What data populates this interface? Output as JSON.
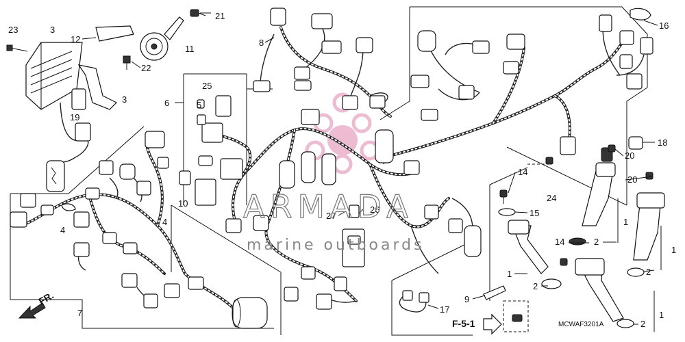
{
  "callouts": {
    "c1a": "1",
    "c1b": "1",
    "c1c": "1",
    "c1d": "1",
    "c2a": "2",
    "c2b": "2",
    "c2c": "2",
    "c2d": "2",
    "c3a": "3",
    "c3b": "3",
    "c4a": "4",
    "c4b": "4",
    "c5": "5",
    "c6": "6",
    "c7": "7",
    "c8": "8",
    "c9": "9",
    "c10": "10",
    "c11": "11",
    "c12": "12",
    "c14a": "14",
    "c14b": "14",
    "c15": "15",
    "c16": "16",
    "c17": "17",
    "c18": "18",
    "c19": "19",
    "c20a": "20",
    "c20b": "20",
    "c21": "21",
    "c22": "22",
    "c23": "23",
    "c24": "24",
    "c25": "25",
    "c26": "26",
    "c27": "27"
  },
  "reference": "F-5-1",
  "front_marker": "FR.",
  "diagram_code": "MCWAF3201A",
  "watermark": {
    "brand": "ARMADA",
    "tagline": "marine outboards"
  },
  "colors": {
    "line": "#111111",
    "watermark_logo": "#e8a6c4",
    "background": "#ffffff"
  }
}
